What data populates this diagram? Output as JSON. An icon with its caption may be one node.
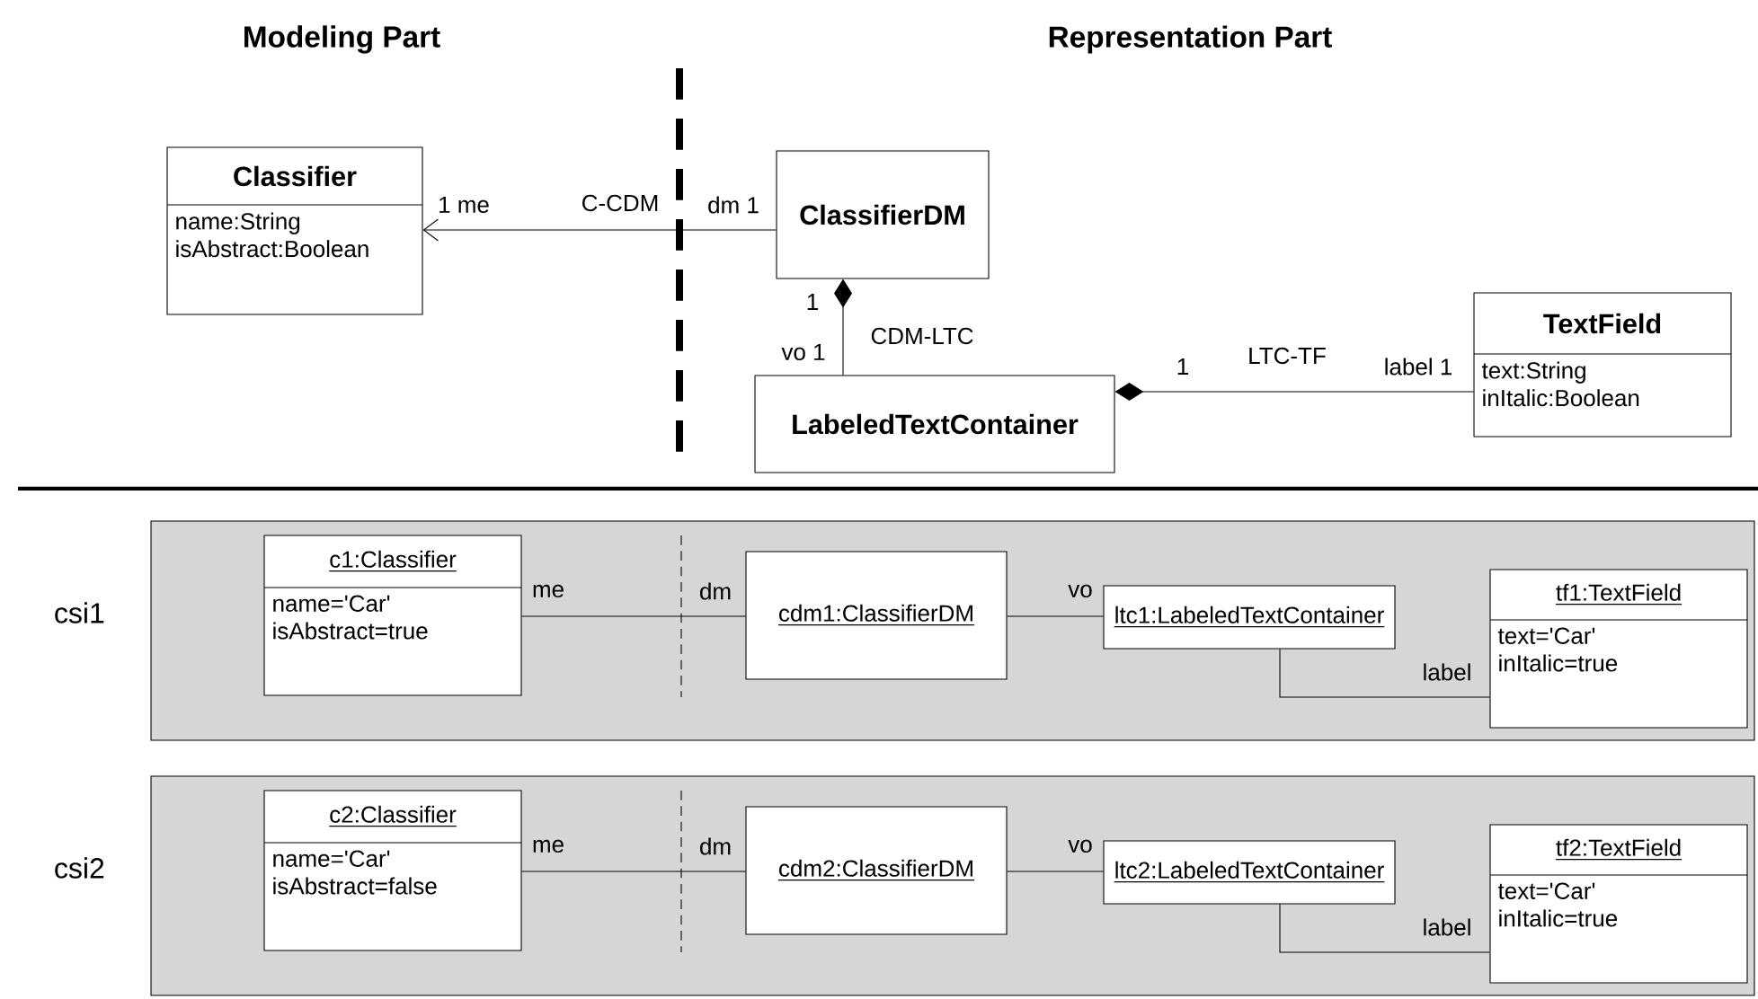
{
  "diagram": {
    "nodes": [
      {
        "text": [
          "Classifier",
          "name:String isAbstract:Boolean"
        ]
      },
      {
        "text": [
          "ClassifierDM"
        ]
      },
      {
        "text": [
          "LabeledTextContainer"
        ]
      },
      {
        "text": [
          "TextField",
          "text:String inItalic:Boolean"
        ]
      },
      {
        "text": [
          "csi1"
        ]
      },
      {
        "text": [
          "c1:Classifier",
          "name='Car' isAbstract=true"
        ],
        "in": 4
      },
      {
        "text": [
          "cdm1:ClassifierDM"
        ],
        "in": 4
      },
      {
        "text": [
          "ltc1:LabeledTextContainer"
        ],
        "in": 4
      },
      {
        "text": [
          "tf1:TextField",
          "text='Car' inItalic=true"
        ],
        "in": 4
      },
      {
        "text": [
          "csi2"
        ]
      },
      {
        "text": [
          "c2:Classifier",
          "name='Car' isAbstract=false"
        ],
        "in": 9
      },
      {
        "text": [
          "cdm2:ClassifierDM"
        ],
        "in": 9
      },
      {
        "text": [
          "ltc2:LabeledTextContainer"
        ],
        "in": 9
      },
      {
        "text": [
          "tf2:TextField",
          "text='Car' inItalic=true"
        ],
        "in": 9
      }
    ],
    "edges": [
      {
        "from": 1,
        "to": 0,
        "arrow": "to",
        "label": "C-CDM"
      },
      {
        "from": 1,
        "to": 2,
        "arrow": "other",
        "label": "CDM-LTC"
      },
      {
        "from": 2,
        "to": 3,
        "arrow": "other",
        "label": "LTC-TF"
      },
      {
        "from": 5,
        "to": 6,
        "arrow": "none"
      },
      {
        "from": 6,
        "to": 7,
        "arrow": "none"
      },
      {
        "from": 7,
        "to": 8,
        "arrow": "none"
      },
      {
        "from": 10,
        "to": 11,
        "arrow": "none"
      },
      {
        "from": 11,
        "to": 12,
        "arrow": "none"
      },
      {
        "from": 12,
        "to": 13,
        "arrow": "none"
      }
    ],
    "labels": [
      "Modeling Part",
      "Representation Part",
      "1 me",
      "dm 1",
      "1",
      "vo 1",
      "1",
      "label 1",
      "me",
      "dm",
      "vo",
      "label",
      "me",
      "dm",
      "vo",
      "label"
    ]
  }
}
